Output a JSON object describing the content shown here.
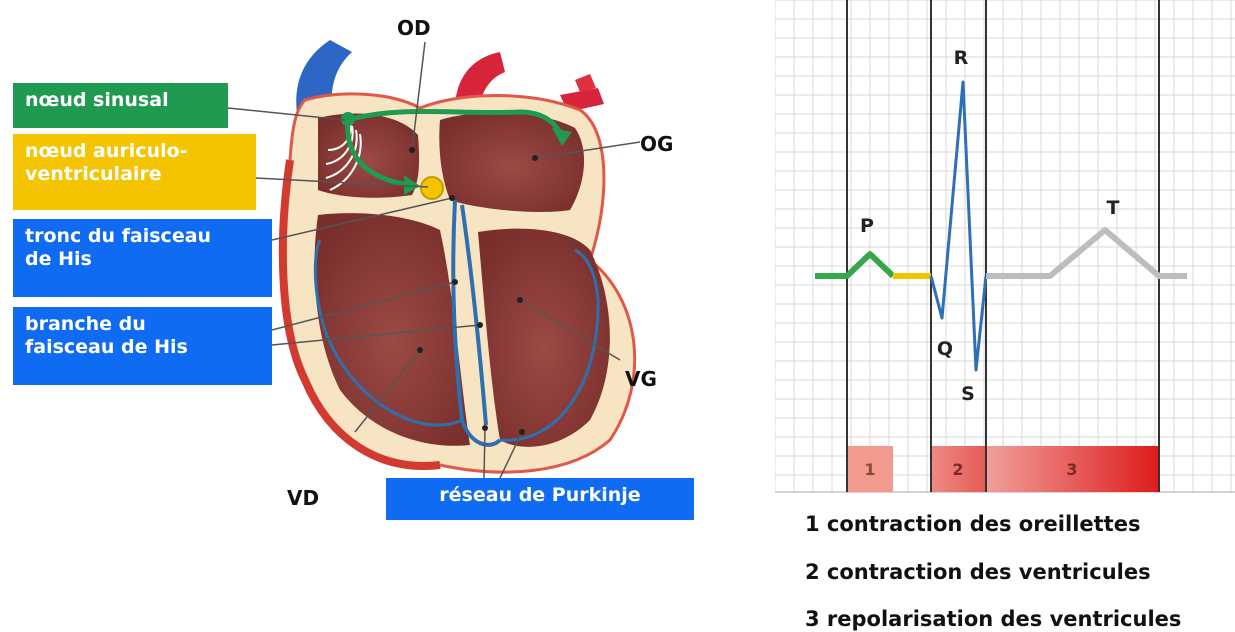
{
  "heart": {
    "labels": {
      "od": "OD",
      "og": "OG",
      "vg": "VG",
      "vd": "VD",
      "noeud_sinusal": "nœud sinusal",
      "noeud_av_line1": "nœud auriculo-",
      "noeud_av_line2": "ventriculaire",
      "tronc_line1": "tronc du faisceau",
      "tronc_line2": "de His",
      "branche_line1": "branche du",
      "branche_line2": "faisceau de His",
      "purkinje": "réseau de Purkinje"
    },
    "colors": {
      "green_label": "#1f9a50",
      "yellow_label": "#f5c400",
      "blue_label": "#0f6cf2"
    }
  },
  "ecg": {
    "waves": {
      "p": "P",
      "q": "Q",
      "r": "R",
      "s": "S",
      "t": "T"
    },
    "phases": [
      "1",
      "2",
      "3"
    ],
    "legend": [
      "1 contraction des oreillettes",
      "2 contraction des ventricules",
      "3 repolarisation des ventricules"
    ]
  }
}
